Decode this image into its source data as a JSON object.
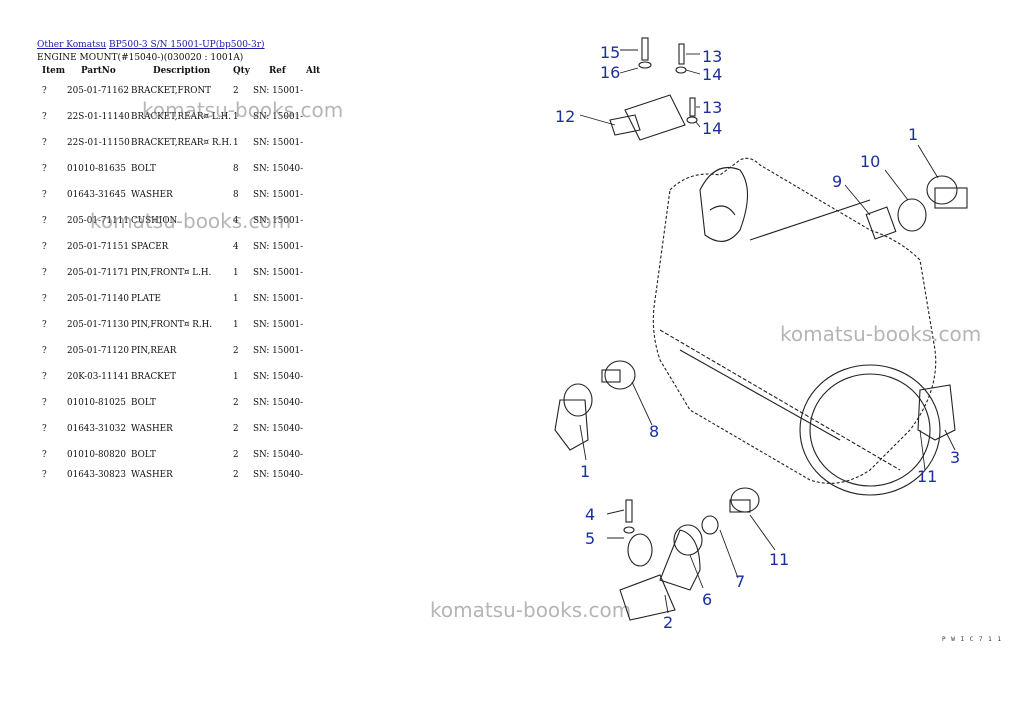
{
  "breadcrumb": {
    "link1": "Other Komatsu",
    "link2": "BP500-3 S/N 15001-UP(bp500-3r)"
  },
  "subtitle": "ENGINE MOUNT(#15040-)(030020 : 1001A)",
  "table": {
    "headers": {
      "item": "Item",
      "part": "PartNo",
      "desc": "Description",
      "qty": "Qty",
      "ref": "Ref",
      "alt": "Alt"
    },
    "rows": [
      {
        "item": "?",
        "part": "205-01-71162",
        "desc": "BRACKET,FRONT",
        "qty": "2",
        "ref": "SN: 15001-"
      },
      {
        "item": "?",
        "part": "22S-01-11140",
        "desc": "BRACKET,REAR¤ L.H.",
        "qty": "1",
        "ref": "SN: 15001-"
      },
      {
        "item": "?",
        "part": "22S-01-11150",
        "desc": "BRACKET,REAR¤ R.H.",
        "qty": "1",
        "ref": "SN: 15001-"
      },
      {
        "item": "?",
        "part": "01010-81635",
        "desc": "BOLT",
        "qty": "8",
        "ref": "SN: 15040-"
      },
      {
        "item": "?",
        "part": "01643-31645",
        "desc": "WASHER",
        "qty": "8",
        "ref": "SN: 15001-"
      },
      {
        "item": "?",
        "part": "205-01-71111",
        "desc": "CUSHION",
        "qty": "4",
        "ref": "SN: 15001-"
      },
      {
        "item": "?",
        "part": "205-01-71151",
        "desc": "SPACER",
        "qty": "4",
        "ref": "SN: 15001-"
      },
      {
        "item": "?",
        "part": "205-01-71171",
        "desc": "PIN,FRONT¤ L.H.",
        "qty": "1",
        "ref": "SN: 15001-"
      },
      {
        "item": "?",
        "part": "205-01-71140",
        "desc": "PLATE",
        "qty": "1",
        "ref": "SN: 15001-"
      },
      {
        "item": "?",
        "part": "205-01-71130",
        "desc": "PIN,FRONT¤ R.H.",
        "qty": "1",
        "ref": "SN: 15001-"
      },
      {
        "item": "?",
        "part": "205-01-71120",
        "desc": "PIN,REAR",
        "qty": "2",
        "ref": "SN: 15001-"
      },
      {
        "item": "?",
        "part": "20K-03-11141",
        "desc": "BRACKET",
        "qty": "1",
        "ref": "SN: 15040-"
      },
      {
        "item": "?",
        "part": "01010-81025",
        "desc": "BOLT",
        "qty": "2",
        "ref": "SN: 15040-"
      },
      {
        "item": "?",
        "part": "01643-31032",
        "desc": "WASHER",
        "qty": "2",
        "ref": "SN: 15040-"
      },
      {
        "item": "?",
        "part": "01010-80820",
        "desc": "BOLT",
        "qty": "2",
        "ref": "SN: 15040-"
      },
      {
        "item": "?",
        "part": "01643-30823",
        "desc": "WASHER",
        "qty": "2",
        "ref": "SN: 15040-"
      }
    ]
  },
  "watermark": "komatsu-books.com",
  "diagram": {
    "callouts": [
      "1",
      "1",
      "2",
      "3",
      "4",
      "5",
      "6",
      "7",
      "8",
      "9",
      "10",
      "11",
      "11",
      "12",
      "13",
      "13",
      "14",
      "14",
      "15",
      "16"
    ],
    "drawing_code": "P W I C 7 1 1"
  },
  "colors": {
    "callout": "#1b2fa0",
    "link": "#1a1aa8"
  }
}
